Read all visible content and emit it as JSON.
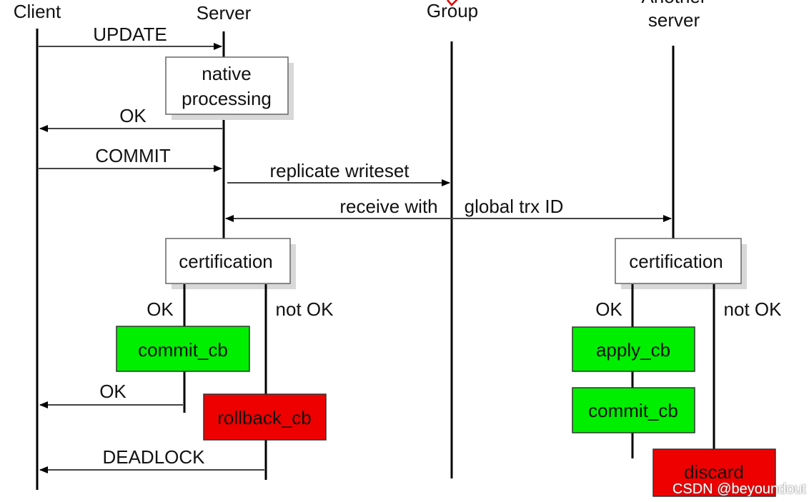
{
  "participants": {
    "client": "Client",
    "server": "Server",
    "group": "Group",
    "another_server_line1": "Another",
    "another_server_line2": "server"
  },
  "messages": {
    "update": "UPDATE",
    "ok_first": "OK",
    "commit": "COMMIT",
    "replicate": "replicate writeset",
    "receive_part1": "receive with",
    "receive_part2": "global trx ID",
    "ok_client_second": "OK",
    "deadlock": "DEADLOCK"
  },
  "boxes": {
    "native_line1": "native",
    "native_line2": "processing",
    "certification_server": "certification",
    "certification_another": "certification",
    "commit_cb_server": "commit_cb",
    "rollback_cb": "rollback_cb",
    "apply_cb": "apply_cb",
    "commit_cb_another": "commit_cb",
    "discard": "discard"
  },
  "branches": {
    "server_ok": "OK",
    "server_not_ok": "not OK",
    "another_ok": "OK",
    "another_not_ok": "not OK"
  },
  "colors": {
    "green": "#00ee00",
    "red": "#ee0000"
  },
  "watermark": "CSDN @beyoundout"
}
